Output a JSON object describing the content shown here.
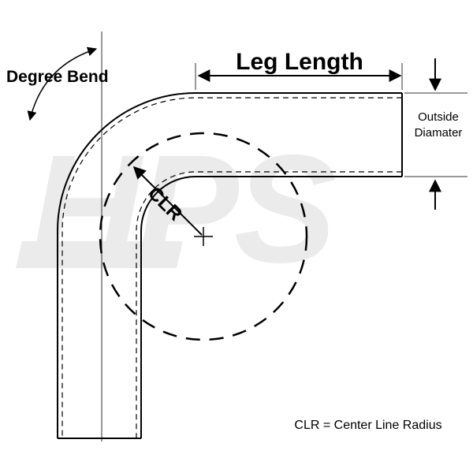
{
  "labels": {
    "degree_bend": "Degree Bend",
    "leg_length": "Leg Length",
    "outside_diameter_line1": "Outside",
    "outside_diameter_line2": "Diamater",
    "clr": "CLR",
    "clr_definition": "CLR = Center Line Radius"
  },
  "watermark": {
    "text": "HPS"
  },
  "colors": {
    "line": "#000000",
    "watermark": "#ebebeb",
    "background": "#ffffff"
  }
}
